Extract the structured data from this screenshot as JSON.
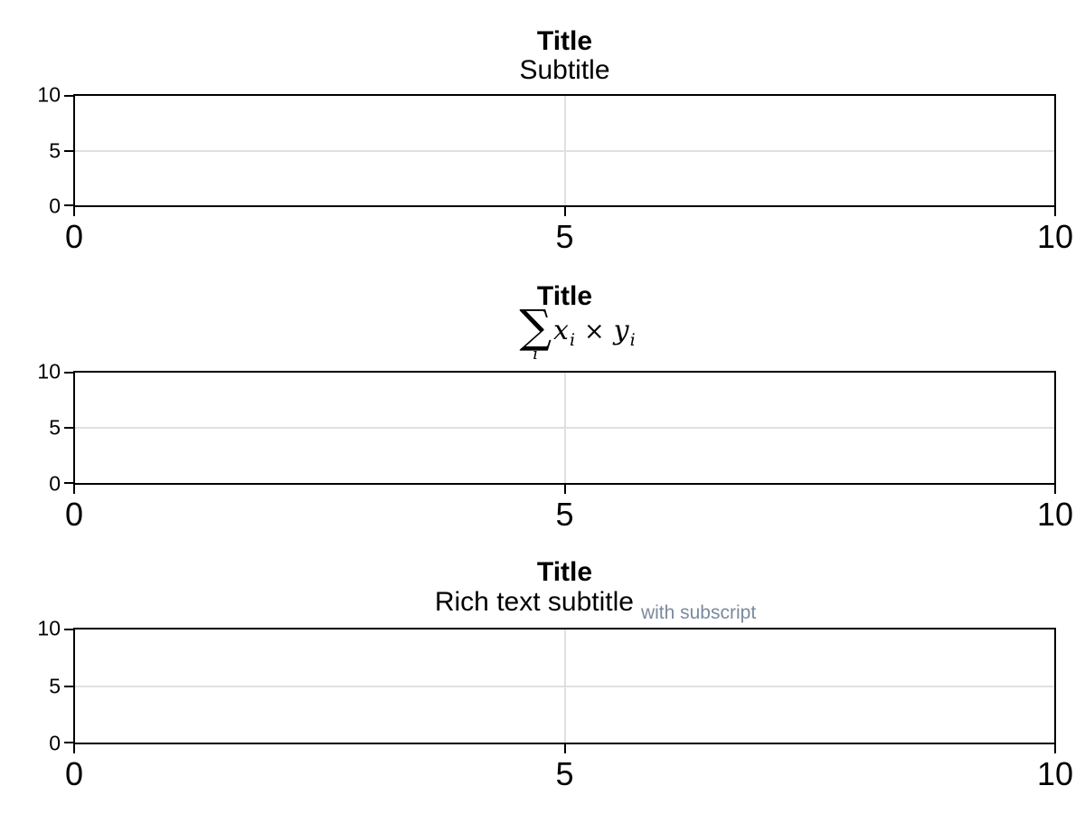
{
  "figure": {
    "background": "#ffffff",
    "colors": {
      "spine": "#000000",
      "tick": "#000000",
      "grid": "#e0e0e0",
      "subscript_text": "#7b8a9d"
    }
  },
  "charts": [
    {
      "title": "Title",
      "subtitle_kind": "plain",
      "subtitle": "Subtitle",
      "yticks": [
        "10",
        "5",
        "0"
      ],
      "xticks": [
        "0",
        "5",
        "10"
      ]
    },
    {
      "title": "Title",
      "subtitle_kind": "math",
      "math": {
        "sum_symbol": "∑",
        "sum_index": "i",
        "term1_var": "x",
        "term1_sub": "i",
        "operator": "×",
        "term2_var": "y",
        "term2_sub": "i"
      },
      "yticks": [
        "10",
        "5",
        "0"
      ],
      "xticks": [
        "0",
        "5",
        "10"
      ]
    },
    {
      "title": "Title",
      "subtitle_kind": "rich",
      "rich_subtitle": {
        "main": "Rich text subtitle",
        "subscript": "with subscript",
        "subscript_color": "#7b8a9d"
      },
      "yticks": [
        "10",
        "5",
        "0"
      ],
      "xticks": [
        "0",
        "5",
        "10"
      ]
    }
  ],
  "chart_data": [
    {
      "type": "line",
      "title": "Title",
      "subtitle": "Subtitle",
      "series": [],
      "x": [],
      "xlabel": "",
      "ylabel": "",
      "xlim": [
        0,
        10
      ],
      "ylim": [
        0,
        10
      ],
      "xticks": [
        0,
        5,
        10
      ],
      "yticks": [
        0,
        5,
        10
      ],
      "grid": true,
      "legend_position": "none"
    },
    {
      "type": "line",
      "title": "Title",
      "subtitle": "\\sum_i x_i \\times y_i",
      "series": [],
      "x": [],
      "xlabel": "",
      "ylabel": "",
      "xlim": [
        0,
        10
      ],
      "ylim": [
        0,
        10
      ],
      "xticks": [
        0,
        5,
        10
      ],
      "yticks": [
        0,
        5,
        10
      ],
      "grid": true,
      "legend_position": "none"
    },
    {
      "type": "line",
      "title": "Title",
      "subtitle": "Rich text subtitle with subscript",
      "series": [],
      "x": [],
      "xlabel": "",
      "ylabel": "",
      "xlim": [
        0,
        10
      ],
      "ylim": [
        0,
        10
      ],
      "xticks": [
        0,
        5,
        10
      ],
      "yticks": [
        0,
        5,
        10
      ],
      "grid": true,
      "legend_position": "none"
    }
  ]
}
